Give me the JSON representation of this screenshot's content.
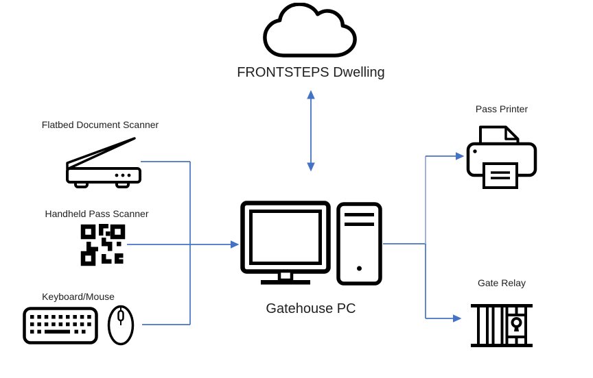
{
  "diagram": {
    "type": "system-architecture",
    "background": "#ffffff"
  },
  "colors": {
    "connector_blue": "#4472C4",
    "connector_light_blue": "#9DB3DC",
    "icon_black": "#000000",
    "text": "#202020"
  },
  "nodes": {
    "cloud": {
      "label": "FRONTSTEPS Dwelling",
      "icon": "cloud-icon"
    },
    "pc": {
      "label": "Gatehouse PC",
      "icons": [
        "monitor-icon",
        "tower-icon"
      ]
    },
    "flatbed": {
      "label": "Flatbed Document Scanner",
      "icon": "flatbed-scanner-icon"
    },
    "handheld": {
      "label": "Handheld Pass Scanner",
      "icon": "qr-code-icon"
    },
    "keyboard_mouse": {
      "label": "Keyboard/Mouse",
      "icons": [
        "keyboard-icon",
        "mouse-icon"
      ]
    },
    "printer": {
      "label": "Pass Printer",
      "icon": "printer-icon"
    },
    "gate": {
      "label": "Gate Relay",
      "icon": "gate-relay-icon"
    }
  },
  "connections": [
    {
      "from": "cloud",
      "to": "pc",
      "style": "double-headed-arrow",
      "color": "#4472C4"
    },
    {
      "from": "flatbed",
      "to": "pc",
      "style": "elbow-line-joining-shared-arrow",
      "color": "#4472C4"
    },
    {
      "from": "handheld",
      "to": "pc",
      "style": "arrow",
      "color": "#4472C4"
    },
    {
      "from": "keyboard_mouse",
      "to": "pc",
      "style": "elbow-line-joining-shared-arrow",
      "color": "#4472C4"
    },
    {
      "from": "pc",
      "to": "printer",
      "style": "elbow-arrow",
      "color": "#9DB3DC"
    },
    {
      "from": "pc",
      "to": "gate",
      "style": "elbow-arrow",
      "color": "#4472C4"
    }
  ]
}
